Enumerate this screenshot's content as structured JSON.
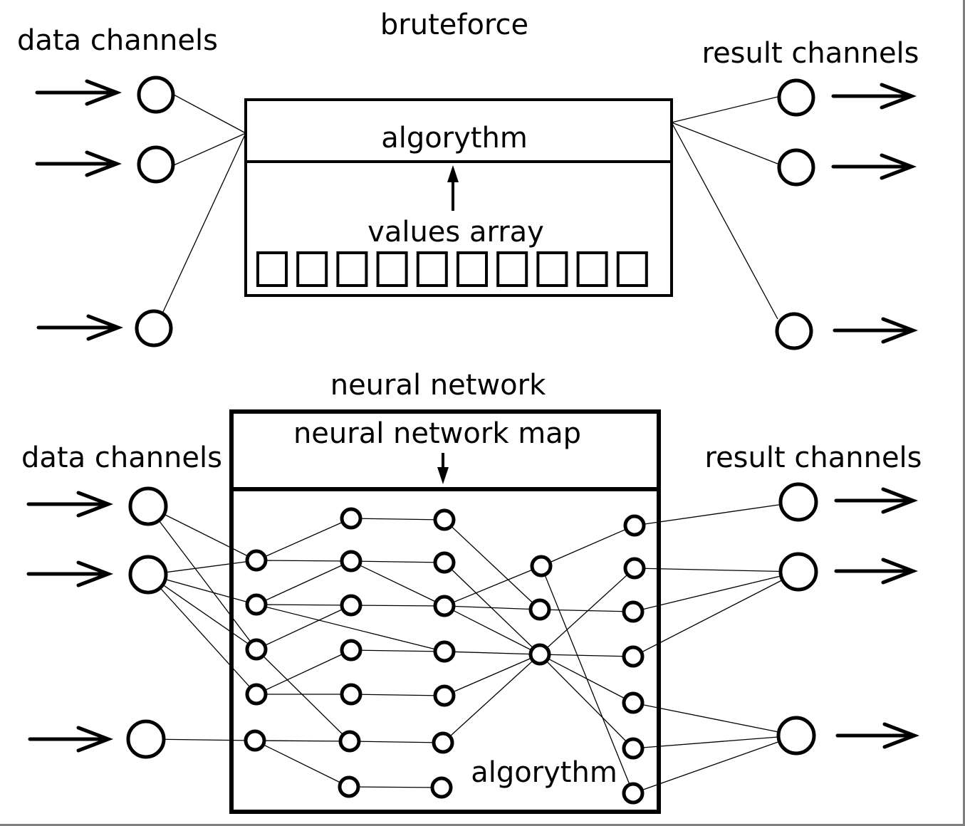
{
  "top": {
    "title": "bruteforce",
    "input_label": "data channels",
    "output_label": "result channels",
    "algorithm_label": "algorythm",
    "array_label": "values array",
    "array_cells": 10
  },
  "bottom": {
    "title": "neural network",
    "map_label": "neural network map",
    "input_label": "data channels",
    "output_label": "result channels",
    "algorithm_label": "algorythm"
  },
  "colors": {
    "ink": "#000000",
    "background": "#ffffff"
  }
}
